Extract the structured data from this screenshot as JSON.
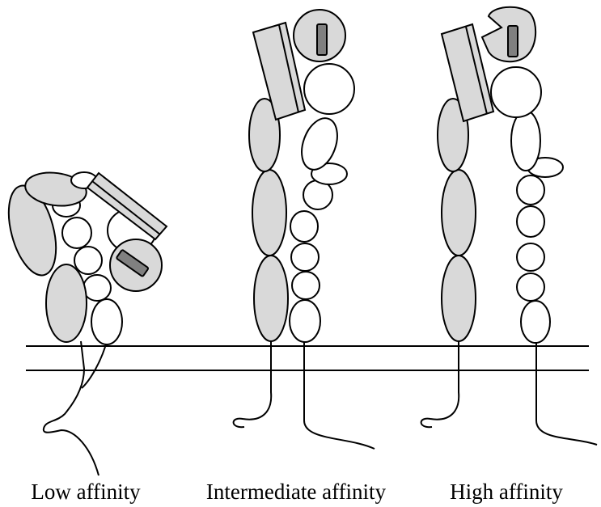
{
  "diagram": {
    "states": [
      {
        "label": "Low affinity"
      },
      {
        "label": "Intermediate affinity"
      },
      {
        "label": "High affinity"
      }
    ],
    "colors": {
      "shaded_domain": "#d9d9d9",
      "open_domain": "#ffffff",
      "ligand": "#808080",
      "outline": "#000000"
    }
  }
}
